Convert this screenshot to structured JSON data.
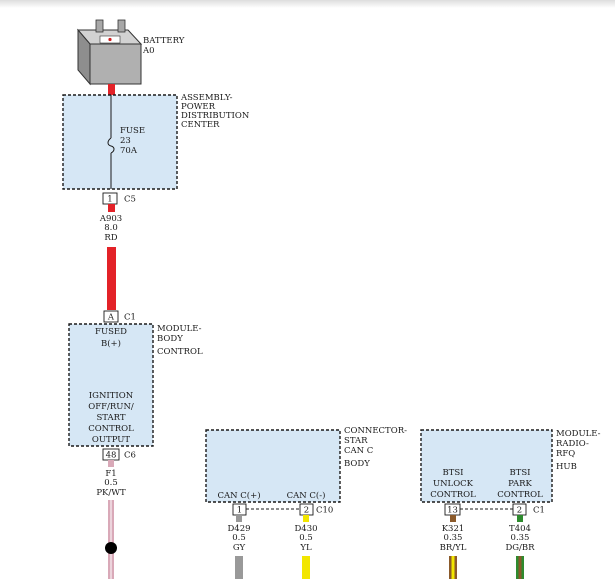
{
  "battery": {
    "name": "BATTERY",
    "code": "A0"
  },
  "pdc": {
    "label_lines": [
      "ASSEMBLY-",
      "POWER",
      "DISTRIBUTION",
      "CENTER"
    ],
    "fuse_lines": [
      "FUSE",
      "23",
      "70A"
    ],
    "pin": "1",
    "connector": "C5"
  },
  "wire_a903": {
    "circuit": "A903",
    "gauge": "8.0",
    "color_code": "RD",
    "color": "#e32228"
  },
  "bcm": {
    "label_lines": [
      "MODULE-",
      "BODY",
      "CONTROL"
    ],
    "in_pin": "A",
    "in_connector": "C1",
    "fused_lines": [
      "FUSED",
      "B(+)"
    ],
    "ign_lines": [
      "IGNITION",
      "OFF/RUN/",
      "START",
      "CONTROL",
      "OUTPUT"
    ],
    "out_pin": "48",
    "out_connector": "C6"
  },
  "wire_f1": {
    "circuit": "F1",
    "gauge": "0.5",
    "color_code": "PK/WT",
    "color": "#d9a9b8"
  },
  "star": {
    "label_lines": [
      "CONNECTOR-",
      "STAR",
      "CAN C",
      "BODY"
    ],
    "can_plus": "CAN C(+)",
    "can_minus": "CAN C(-)",
    "pin1": "1",
    "pin2": "2",
    "connector": "C10"
  },
  "wire_d429": {
    "circuit": "D429",
    "gauge": "0.5",
    "color_code": "GY",
    "color": "#999999"
  },
  "wire_d430": {
    "circuit": "D430",
    "gauge": "0.5",
    "color_code": "YL",
    "color": "#f2e600"
  },
  "rfh": {
    "label_lines": [
      "MODULE-",
      "RADIO-",
      "RFQ",
      "HUB"
    ],
    "unlock_lines": [
      "BTSI",
      "UNLOCK",
      "CONTROL"
    ],
    "park_lines": [
      "BTSI",
      "PARK",
      "CONTROL"
    ],
    "pin1": "13",
    "pin2": "2",
    "connector": "C1"
  },
  "wire_k321": {
    "circuit": "K321",
    "gauge": "0.35",
    "color_code": "BR/YL",
    "color": "#8b5a2b",
    "tracer": "#f2e600"
  },
  "wire_t404": {
    "circuit": "T404",
    "gauge": "0.35",
    "color_code": "DG/BR",
    "color": "#2e8b2e",
    "tracer": "#8b5a2b"
  }
}
